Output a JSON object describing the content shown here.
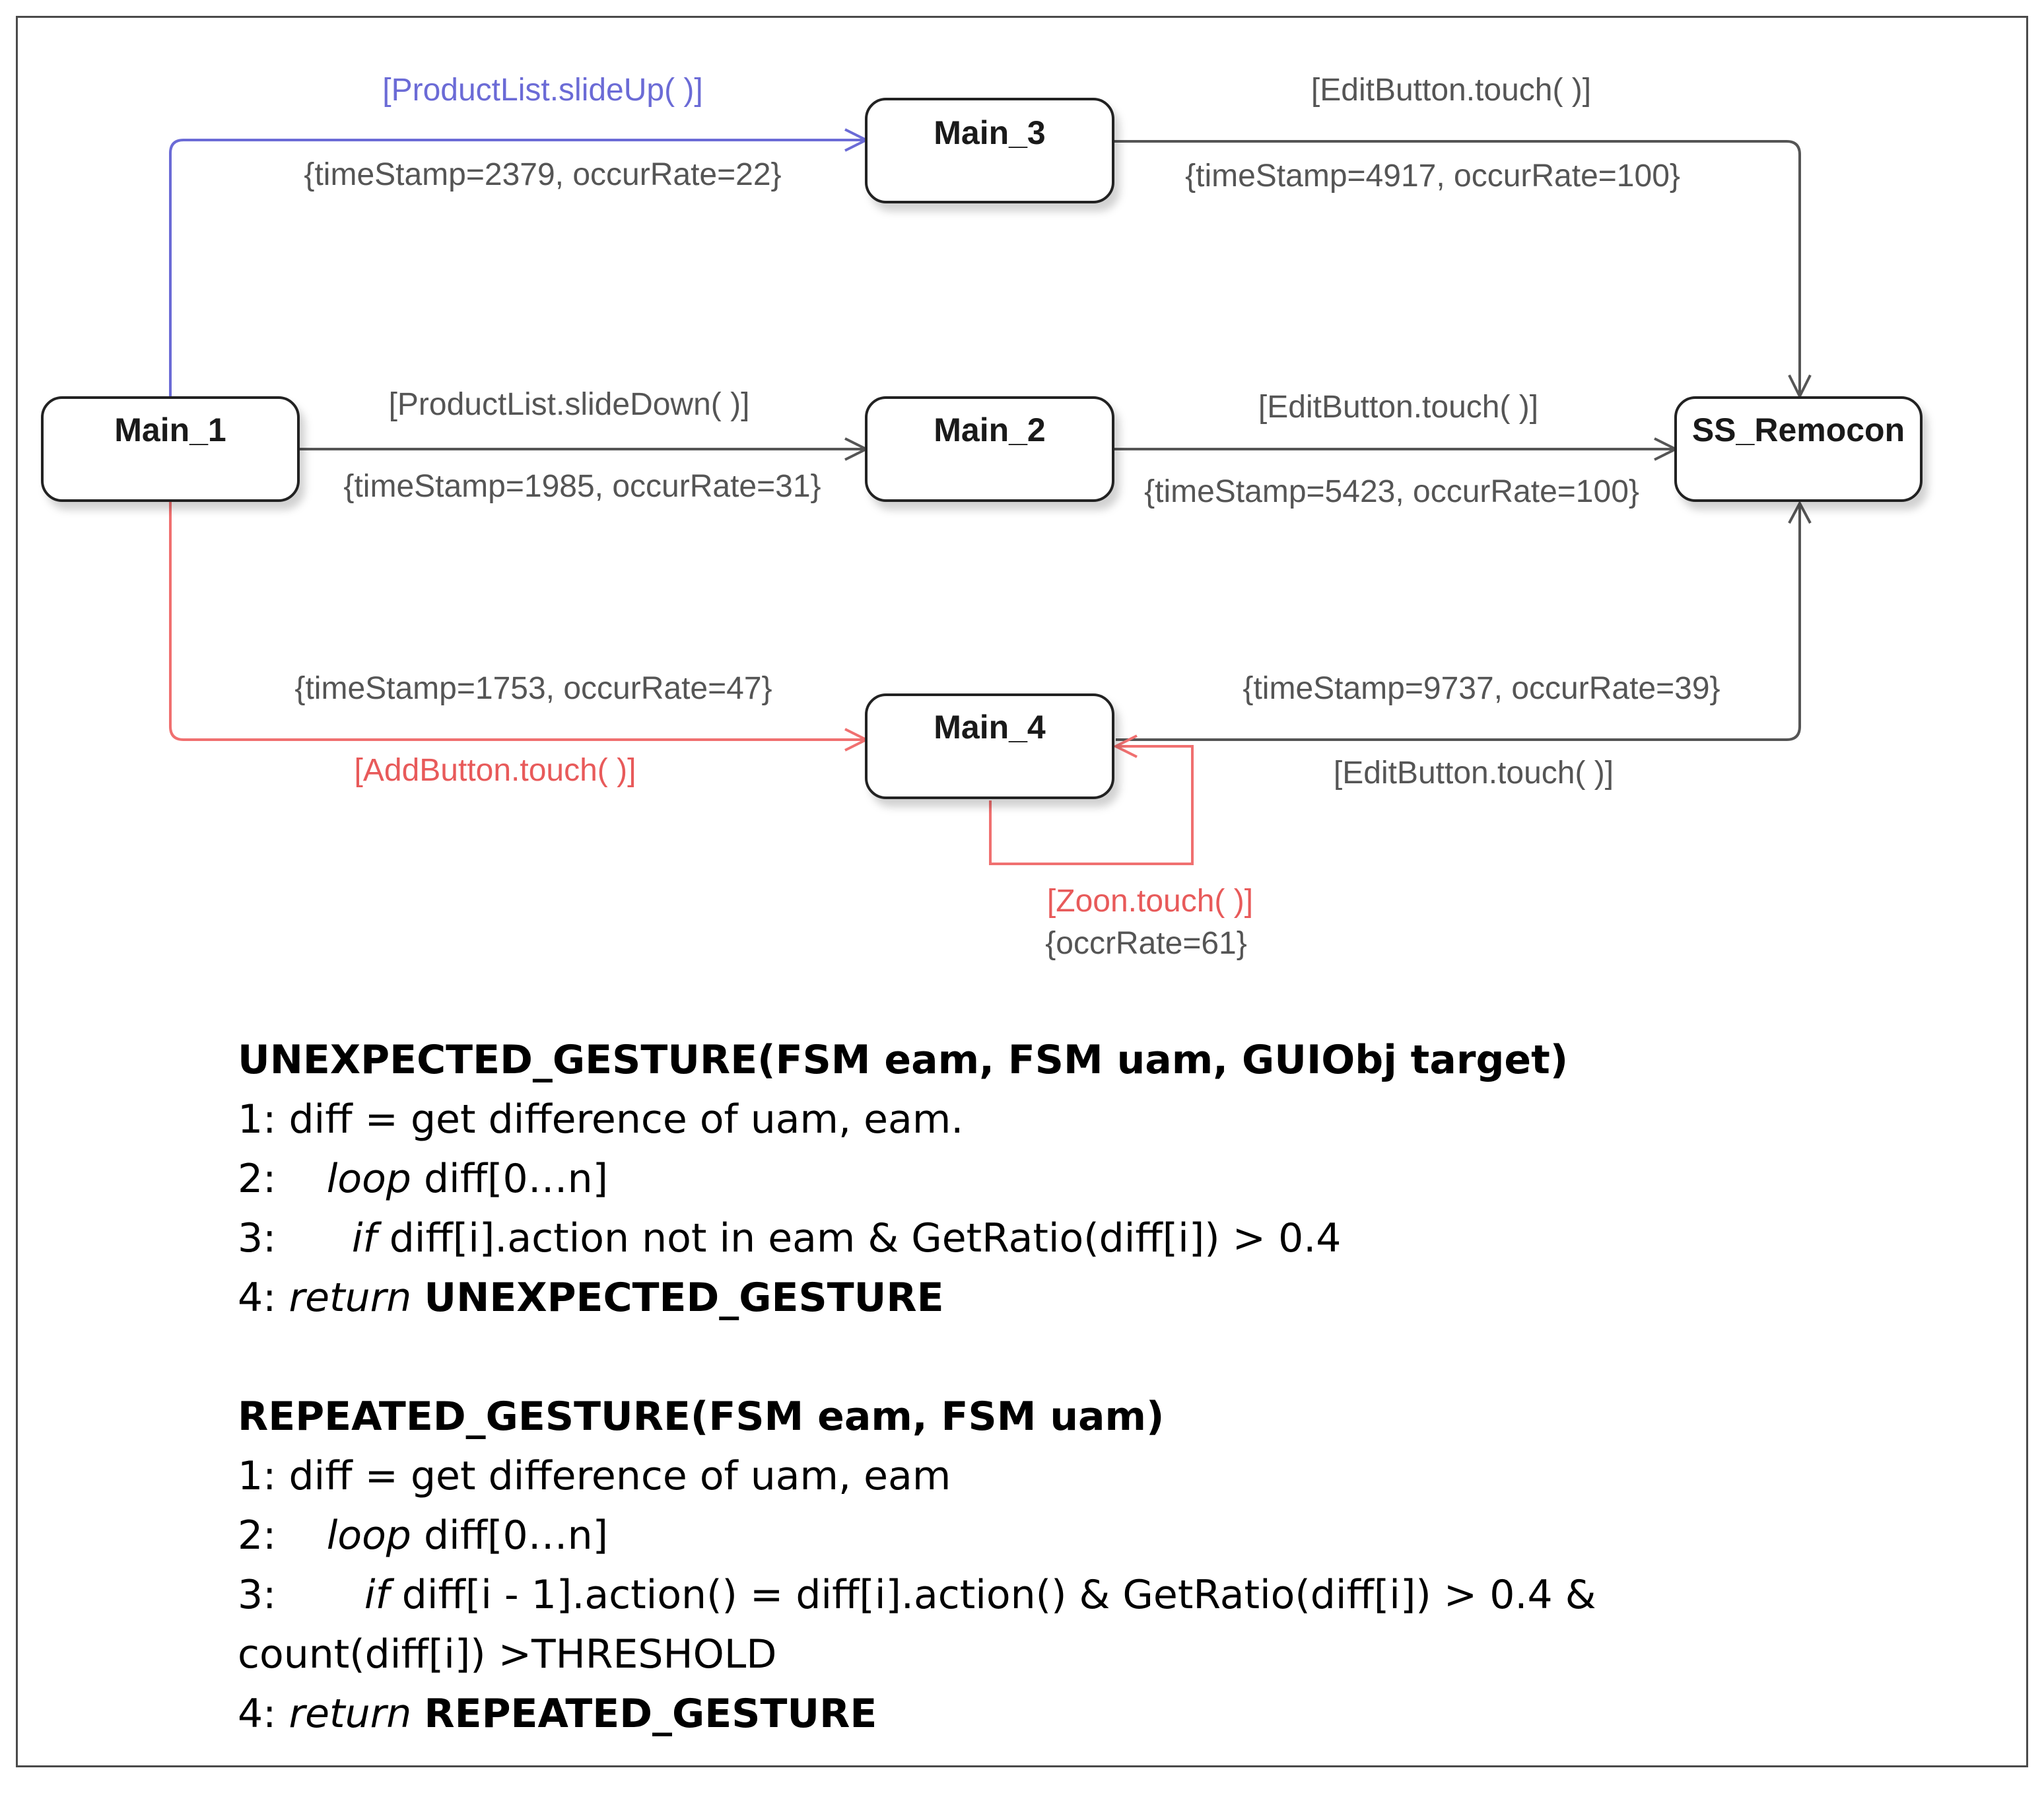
{
  "diagram": {
    "states": {
      "main1": "Main_1",
      "main2": "Main_2",
      "main3": "Main_3",
      "main4": "Main_4",
      "ss": "SS_Remocon"
    },
    "transitions": {
      "t13": {
        "action": "[ProductList.slideUp( )]",
        "stats": "{timeStamp=2379, occurRate=22}"
      },
      "t12": {
        "action": "[ProductList.slideDown( )]",
        "stats": "{timeStamp=1985, occurRate=31}"
      },
      "t14": {
        "action": "[AddButton.touch( )]",
        "stats": "{timeStamp=1753, occurRate=47}"
      },
      "t3s": {
        "action": "[EditButton.touch( )]",
        "stats": "{timeStamp=4917, occurRate=100}"
      },
      "t2s": {
        "action": "[EditButton.touch( )]",
        "stats": "{timeStamp=5423, occurRate=100}"
      },
      "ts4": {
        "action": "[EditButton.touch( )]",
        "stats": "{timeStamp=9737, occurRate=39}"
      },
      "t44": {
        "action": "[Zoon.touch( )]",
        "stats": "{occrRate=61}"
      }
    },
    "colors": {
      "blue": "#6b6bd6",
      "red": "#f07070",
      "gray": "#555555"
    }
  },
  "algorithms": [
    {
      "title": "UNEXPECTED_GESTURE(FSM eam, FSM uam, GUIObj target)",
      "lines": {
        "l1": "1: diff = get difference of uam, eam.",
        "l2a": "2:    ",
        "l2kw": "loop",
        "l2b": " diff[0…n]",
        "l3a": "3:      ",
        "l3kw": "if",
        "l3b": " diff[i].action not in eam & GetRatio(diff[i]) > 0.4",
        "l4a": "4: ",
        "l4kw": "return",
        "l4b": "UNEXPECTED_GESTURE"
      }
    },
    {
      "title": "REPEATED_GESTURE(FSM eam, FSM uam)",
      "lines": {
        "l1": "1: diff = get difference of uam, eam",
        "l2a": "2:    ",
        "l2kw": "loop",
        "l2b": " diff[0…n]",
        "l3a": "3:       ",
        "l3kw": "if",
        "l3b": " diff[i - 1].action() = diff[i].action() & GetRatio(diff[i]) > 0.4 &",
        "l3c": "count(diff[i]) >THRESHOLD",
        "l4a": "4: ",
        "l4kw": "return",
        "l4b": "REPEATED_GESTURE"
      }
    }
  ]
}
